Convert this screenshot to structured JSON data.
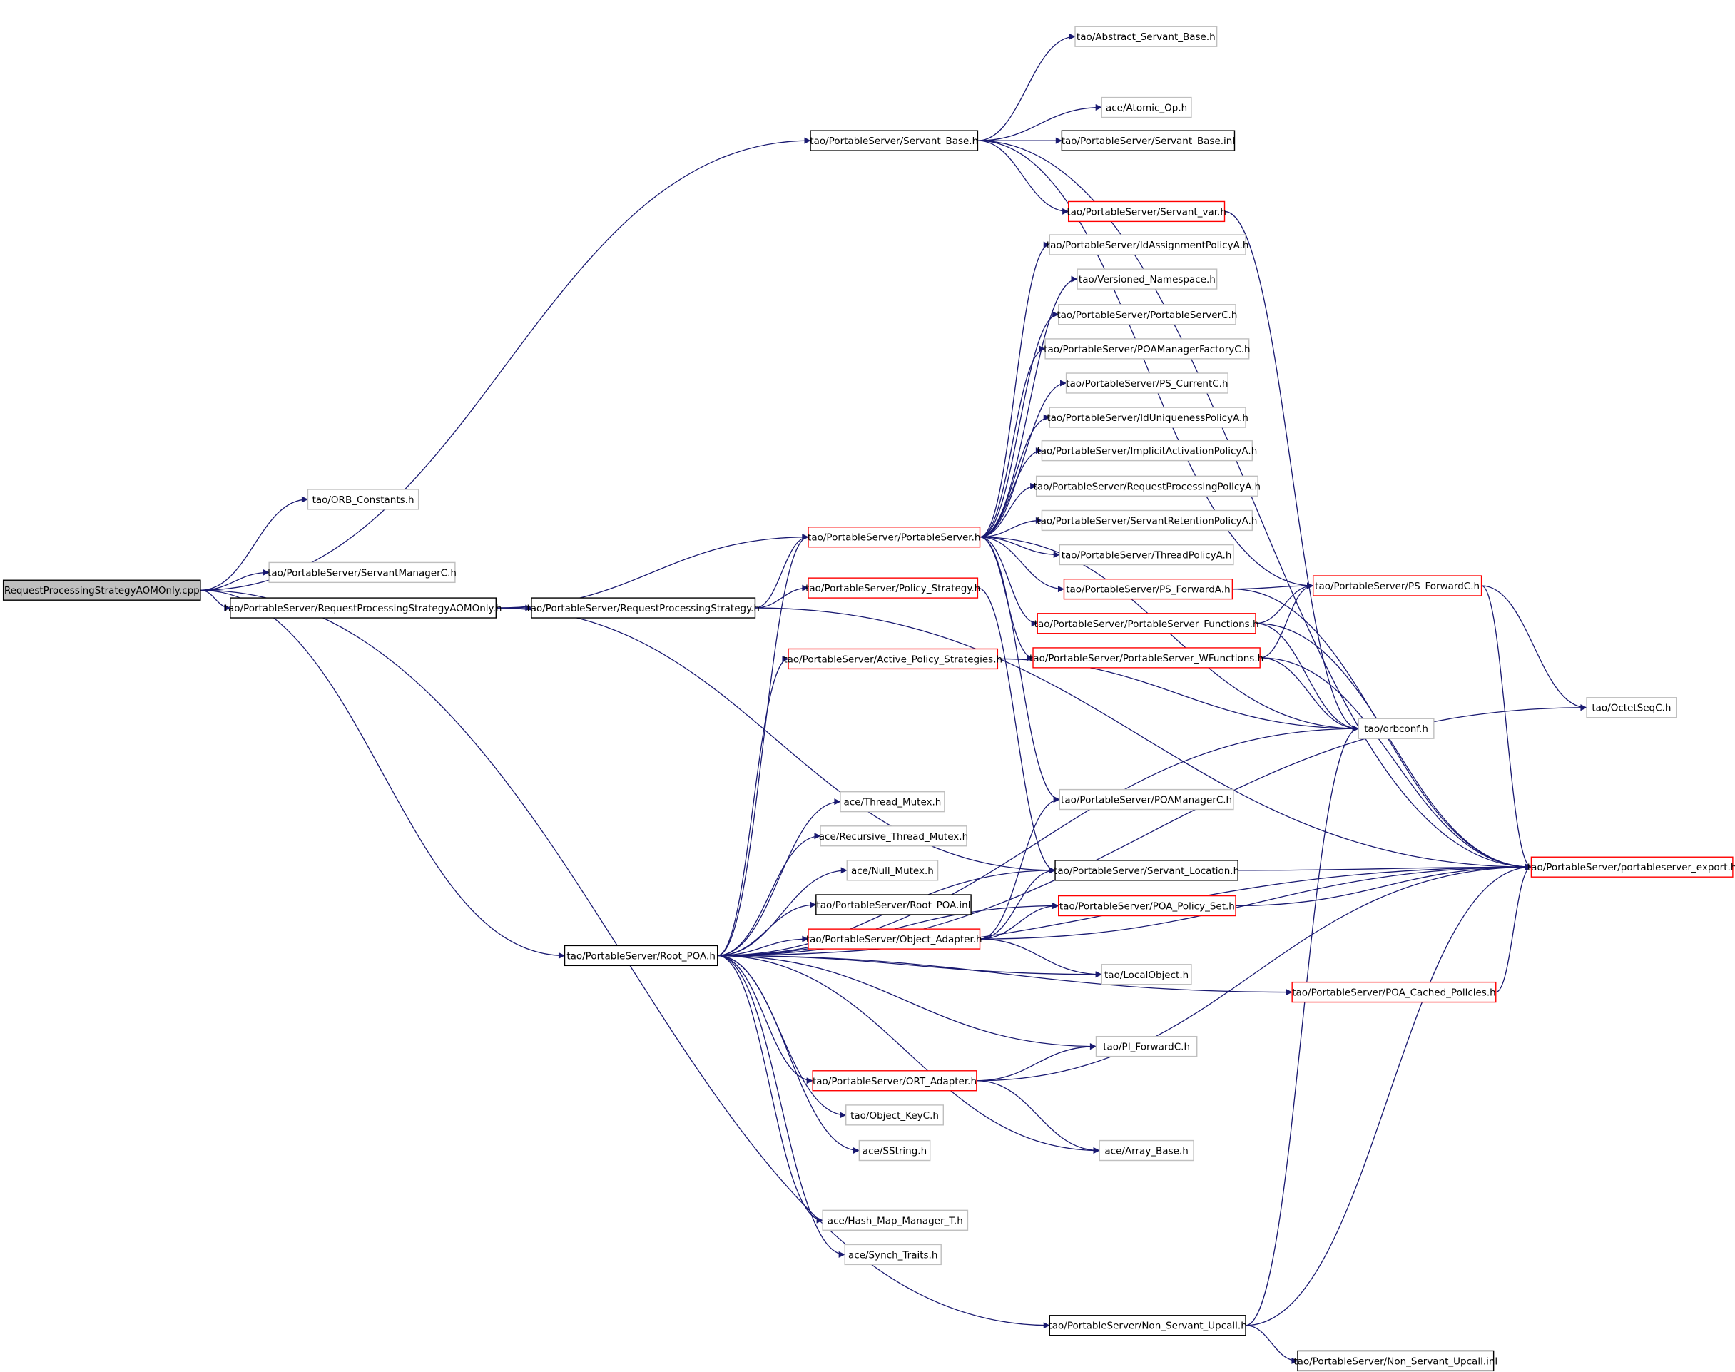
{
  "nodes": {
    "root_cpp": {
      "label": "RequestProcessingStrategyAOMOnly.cpp",
      "style": "root"
    },
    "orb_constants": {
      "label": "tao/ORB_Constants.h",
      "style": "gray"
    },
    "servant_mgr_c": {
      "label": "tao/PortableServer/ServantManagerC.h",
      "style": "gray"
    },
    "rps_aom_h": {
      "label": "tao/PortableServer/RequestProcessingStrategyAOMOnly.h",
      "style": "black"
    },
    "rps_h": {
      "label": "tao/PortableServer/RequestProcessingStrategy.h",
      "style": "black"
    },
    "servant_base_h": {
      "label": "tao/PortableServer/Servant_Base.h",
      "style": "black"
    },
    "abstract_sb": {
      "label": "tao/Abstract_Servant_Base.h",
      "style": "gray"
    },
    "atomic_op": {
      "label": "ace/Atomic_Op.h",
      "style": "gray"
    },
    "servant_base_inl": {
      "label": "tao/PortableServer/Servant_Base.inl",
      "style": "black"
    },
    "servant_var": {
      "label": "tao/PortableServer/Servant_var.h",
      "style": "red"
    },
    "id_assign": {
      "label": "tao/PortableServer/IdAssignmentPolicyA.h",
      "style": "gray"
    },
    "versioned_ns": {
      "label": "tao/Versioned_Namespace.h",
      "style": "gray"
    },
    "ps_c": {
      "label": "tao/PortableServer/PortableServerC.h",
      "style": "gray"
    },
    "poamf_c": {
      "label": "tao/PortableServer/POAManagerFactoryC.h",
      "style": "gray"
    },
    "ps_current": {
      "label": "tao/PortableServer/PS_CurrentC.h",
      "style": "gray"
    },
    "id_uniq": {
      "label": "tao/PortableServer/IdUniquenessPolicyA.h",
      "style": "gray"
    },
    "implicit_act": {
      "label": "tao/PortableServer/ImplicitActivationPolicyA.h",
      "style": "gray"
    },
    "req_proc_pol": {
      "label": "tao/PortableServer/RequestProcessingPolicyA.h",
      "style": "gray"
    },
    "servant_ret": {
      "label": "tao/PortableServer/ServantRetentionPolicyA.h",
      "style": "gray"
    },
    "thread_pol": {
      "label": "tao/PortableServer/ThreadPolicyA.h",
      "style": "gray"
    },
    "portableserver_h": {
      "label": "tao/PortableServer/PortableServer.h",
      "style": "red"
    },
    "ps_forward_a": {
      "label": "tao/PortableServer/PS_ForwardA.h",
      "style": "red"
    },
    "ps_forward_c": {
      "label": "tao/PortableServer/PS_ForwardC.h",
      "style": "red"
    },
    "ps_functions": {
      "label": "tao/PortableServer/PortableServer_Functions.h",
      "style": "red"
    },
    "ps_wfunctions": {
      "label": "tao/PortableServer/PortableServer_WFunctions.h",
      "style": "red"
    },
    "policy_strategy": {
      "label": "tao/PortableServer/Policy_Strategy.h",
      "style": "red"
    },
    "active_policy": {
      "label": "tao/PortableServer/Active_Policy_Strategies.h",
      "style": "red"
    },
    "octetseq": {
      "label": "tao/OctetSeqC.h",
      "style": "gray"
    },
    "orbconf": {
      "label": "tao/orbconf.h",
      "style": "gray"
    },
    "poamanager_c": {
      "label": "tao/PortableServer/POAManagerC.h",
      "style": "gray"
    },
    "thread_mutex": {
      "label": "ace/Thread_Mutex.h",
      "style": "gray"
    },
    "rec_thread_mutex": {
      "label": "ace/Recursive_Thread_Mutex.h",
      "style": "gray"
    },
    "null_mutex": {
      "label": "ace/Null_Mutex.h",
      "style": "gray"
    },
    "root_poa_inl": {
      "label": "tao/PortableServer/Root_POA.inl",
      "style": "black"
    },
    "servant_location": {
      "label": "tao/PortableServer/Servant_Location.h",
      "style": "black"
    },
    "ps_export": {
      "label": "tao/PortableServer/portableserver_export.h",
      "style": "red"
    },
    "poa_policy_set": {
      "label": "tao/PortableServer/POA_Policy_Set.h",
      "style": "red"
    },
    "object_adapter": {
      "label": "tao/PortableServer/Object_Adapter.h",
      "style": "red"
    },
    "root_poa_h": {
      "label": "tao/PortableServer/Root_POA.h",
      "style": "black"
    },
    "local_object": {
      "label": "tao/LocalObject.h",
      "style": "gray"
    },
    "poa_cached": {
      "label": "tao/PortableServer/POA_Cached_Policies.h",
      "style": "red"
    },
    "pi_forward": {
      "label": "tao/PI_ForwardC.h",
      "style": "gray"
    },
    "ort_adapter": {
      "label": "tao/PortableServer/ORT_Adapter.h",
      "style": "red"
    },
    "object_keyc": {
      "label": "tao/Object_KeyC.h",
      "style": "gray"
    },
    "sstring": {
      "label": "ace/SString.h",
      "style": "gray"
    },
    "array_base": {
      "label": "ace/Array_Base.h",
      "style": "gray"
    },
    "hash_map": {
      "label": "ace/Hash_Map_Manager_T.h",
      "style": "gray"
    },
    "synch_traits": {
      "label": "ace/Synch_Traits.h",
      "style": "gray"
    },
    "non_servant_h": {
      "label": "tao/PortableServer/Non_Servant_Upcall.h",
      "style": "black"
    },
    "non_servant_inl": {
      "label": "tao/PortableServer/Non_Servant_Upcall.inl",
      "style": "black"
    }
  },
  "edges": [
    [
      "root_cpp",
      "orb_constants"
    ],
    [
      "root_cpp",
      "servant_base_h"
    ],
    [
      "root_cpp",
      "servant_mgr_c"
    ],
    [
      "root_cpp",
      "rps_aom_h"
    ],
    [
      "root_cpp",
      "root_poa_h"
    ],
    [
      "root_cpp",
      "non_servant_h"
    ],
    [
      "rps_aom_h",
      "rps_h"
    ],
    [
      "rps_aom_h",
      "portableserver_h"
    ],
    [
      "rps_aom_h",
      "servant_location"
    ],
    [
      "rps_h",
      "portableserver_h"
    ],
    [
      "rps_h",
      "policy_strategy"
    ],
    [
      "rps_h",
      "ps_export"
    ],
    [
      "servant_base_h",
      "abstract_sb"
    ],
    [
      "servant_base_h",
      "atomic_op"
    ],
    [
      "servant_base_h",
      "servant_base_inl"
    ],
    [
      "servant_base_h",
      "servant_var"
    ],
    [
      "servant_base_h",
      "ps_forward_c"
    ],
    [
      "servant_base_h",
      "ps_export"
    ],
    [
      "servant_var",
      "orbconf"
    ],
    [
      "portableserver_h",
      "id_assign"
    ],
    [
      "portableserver_h",
      "versioned_ns"
    ],
    [
      "portableserver_h",
      "ps_c"
    ],
    [
      "portableserver_h",
      "poamf_c"
    ],
    [
      "portableserver_h",
      "ps_current"
    ],
    [
      "portableserver_h",
      "id_uniq"
    ],
    [
      "portableserver_h",
      "implicit_act"
    ],
    [
      "portableserver_h",
      "req_proc_pol"
    ],
    [
      "portableserver_h",
      "servant_ret"
    ],
    [
      "portableserver_h",
      "thread_pol"
    ],
    [
      "portableserver_h",
      "ps_forward_a"
    ],
    [
      "portableserver_h",
      "ps_functions"
    ],
    [
      "portableserver_h",
      "ps_wfunctions"
    ],
    [
      "portableserver_h",
      "orbconf"
    ],
    [
      "portableserver_h",
      "poamanager_c"
    ],
    [
      "ps_forward_a",
      "ps_forward_c"
    ],
    [
      "ps_forward_a",
      "ps_export"
    ],
    [
      "ps_forward_c",
      "octetseq"
    ],
    [
      "ps_forward_c",
      "ps_export"
    ],
    [
      "ps_functions",
      "ps_forward_c"
    ],
    [
      "ps_functions",
      "orbconf"
    ],
    [
      "ps_functions",
      "ps_export"
    ],
    [
      "ps_wfunctions",
      "ps_forward_c"
    ],
    [
      "ps_wfunctions",
      "orbconf"
    ],
    [
      "ps_wfunctions",
      "ps_export"
    ],
    [
      "policy_strategy",
      "servant_location"
    ],
    [
      "active_policy",
      "orbconf"
    ],
    [
      "servant_location",
      "ps_export"
    ],
    [
      "poa_policy_set",
      "ps_export"
    ],
    [
      "root_poa_h",
      "portableserver_h"
    ],
    [
      "root_poa_h",
      "active_policy"
    ],
    [
      "root_poa_h",
      "orbconf"
    ],
    [
      "root_poa_h",
      "servant_location"
    ],
    [
      "root_poa_h",
      "octetseq"
    ],
    [
      "root_poa_h",
      "thread_mutex"
    ],
    [
      "root_poa_h",
      "rec_thread_mutex"
    ],
    [
      "root_poa_h",
      "null_mutex"
    ],
    [
      "root_poa_h",
      "root_poa_inl"
    ],
    [
      "root_poa_h",
      "object_adapter"
    ],
    [
      "root_poa_h",
      "local_object"
    ],
    [
      "root_poa_h",
      "poa_cached"
    ],
    [
      "root_poa_h",
      "pi_forward"
    ],
    [
      "root_poa_h",
      "ort_adapter"
    ],
    [
      "root_poa_h",
      "object_keyc"
    ],
    [
      "root_poa_h",
      "sstring"
    ],
    [
      "root_poa_h",
      "array_base"
    ],
    [
      "root_poa_h",
      "hash_map"
    ],
    [
      "root_poa_h",
      "synch_traits"
    ],
    [
      "root_poa_h",
      "ps_export"
    ],
    [
      "root_poa_h",
      "poa_policy_set"
    ],
    [
      "object_adapter",
      "poamanager_c"
    ],
    [
      "object_adapter",
      "servant_location"
    ],
    [
      "object_adapter",
      "poa_policy_set"
    ],
    [
      "object_adapter",
      "local_object"
    ],
    [
      "object_adapter",
      "ps_export"
    ],
    [
      "poa_cached",
      "ps_export"
    ],
    [
      "ort_adapter",
      "pi_forward"
    ],
    [
      "ort_adapter",
      "array_base"
    ],
    [
      "ort_adapter",
      "ps_export"
    ],
    [
      "non_servant_h",
      "orbconf"
    ],
    [
      "non_servant_h",
      "ps_export"
    ],
    [
      "non_servant_h",
      "non_servant_inl"
    ]
  ],
  "colors": {
    "edge": "#191970",
    "red_border": "#ff0000",
    "gray_border": "#bfbfbf",
    "black_border": "#000000",
    "root_fill": "#bfbfbf"
  }
}
